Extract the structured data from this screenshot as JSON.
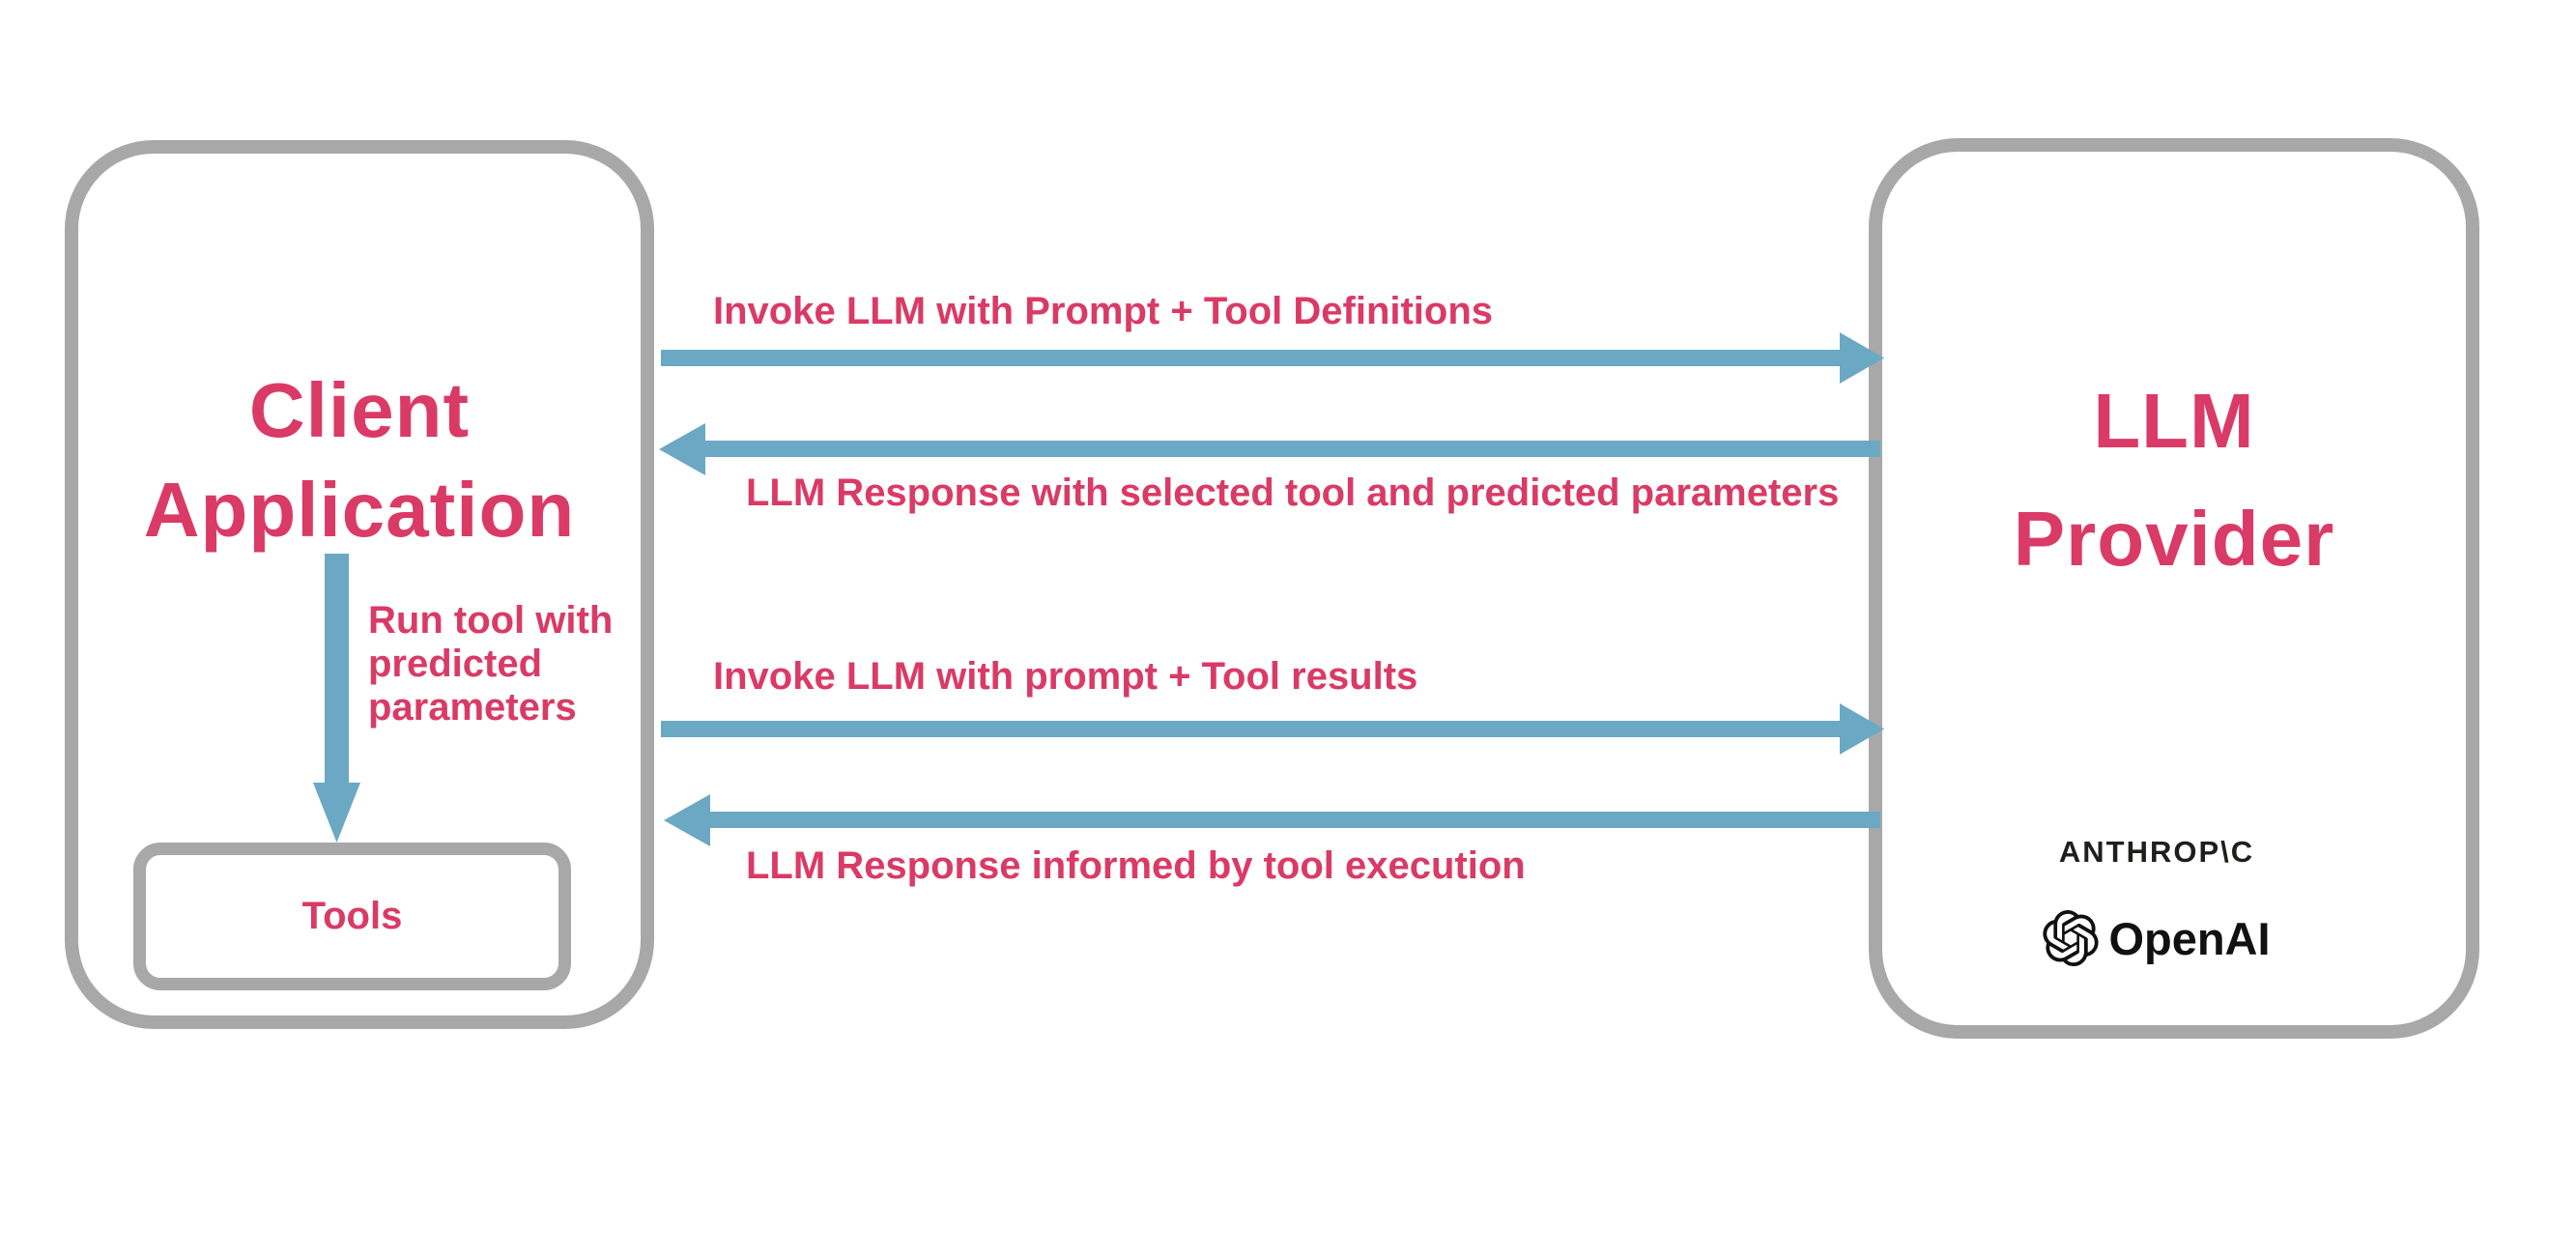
{
  "diagram": {
    "colors": {
      "accent_pink": "#da3a66",
      "arrow_blue": "#6ba8c3",
      "border_gray": "#a8a8a8",
      "logo_black": "#1f1e1d",
      "background": "#ffffff"
    },
    "client_box": {
      "title": [
        "Client",
        "Application"
      ],
      "tools_label": "Tools"
    },
    "llm_box": {
      "title": [
        "LLM",
        "Provider"
      ],
      "anthropic_wordmark": "ANTHROP\\C",
      "openai_wordmark": "OpenAI"
    },
    "arrows": [
      {
        "name": "invoke-llm-with-prompt-and-tool-definitions",
        "direction": "right",
        "label": "Invoke LLM with Prompt + Tool Definitions"
      },
      {
        "name": "llm-response-with-selected-tool",
        "direction": "left",
        "label": "LLM Response with selected tool and predicted parameters"
      },
      {
        "name": "run-tool-with-predicted-parameters",
        "direction": "down",
        "label": "Run tool with predicted parameters"
      },
      {
        "name": "invoke-llm-with-prompt-and-tool-results",
        "direction": "right",
        "label": "Invoke LLM with prompt + Tool results"
      },
      {
        "name": "llm-response-informed-by-tool-execution",
        "direction": "left",
        "label": "LLM Response informed by tool execution"
      }
    ]
  }
}
